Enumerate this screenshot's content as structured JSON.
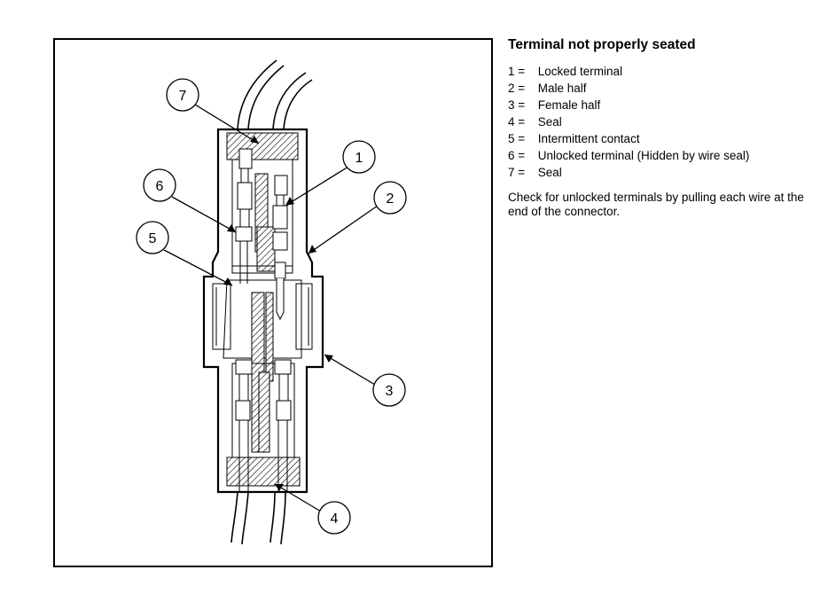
{
  "title": "Terminal not properly seated",
  "legend": [
    {
      "num": "1",
      "sep": "=",
      "text": "Locked terminal"
    },
    {
      "num": "2",
      "sep": "=",
      "text": "Male half"
    },
    {
      "num": "3",
      "sep": "=",
      "text": "Female half"
    },
    {
      "num": "4",
      "sep": "=",
      "text": "Seal"
    },
    {
      "num": "5",
      "sep": "=",
      "text": "Intermittent contact"
    },
    {
      "num": "6",
      "sep": "=",
      "text": "Unlocked terminal (Hidden by wire seal)"
    },
    {
      "num": "7",
      "sep": "=",
      "text": "Seal"
    }
  ],
  "note": "Check for unlocked terminals by pulling each wire at the end of the connector.",
  "callouts": [
    "1",
    "2",
    "3",
    "4",
    "5",
    "6",
    "7"
  ]
}
